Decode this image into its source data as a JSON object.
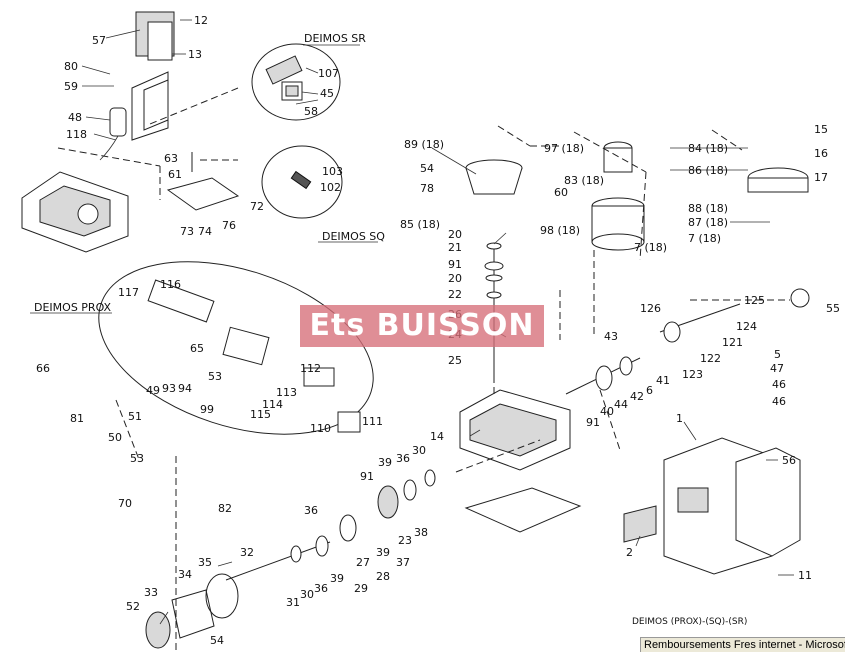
{
  "diagram": {
    "groups": {
      "deimos_sr": "DEIMOS SR",
      "deimos_sq": "DEIMOS SQ",
      "deimos_prox": "DEIMOS PROX",
      "footer": "DEIMOS (PROX)-(SQ)-(SR)"
    },
    "watermark": "Ets BUISSON",
    "part_labels": {
      "p12": "12",
      "p57": "57",
      "p13": "13",
      "p80": "80",
      "p59": "59",
      "p48": "48",
      "p118": "118",
      "p107": "107",
      "p45": "45",
      "p58": "58",
      "p63": "63",
      "p61": "61",
      "p72": "72",
      "p73": "73",
      "p74": "74",
      "p76": "76",
      "p103": "103",
      "p102": "102",
      "p89": "89 (18)",
      "p54a": "54",
      "p78": "78",
      "p85": "85 (18)",
      "p97": "97 (18)",
      "p83": "83 (18)",
      "p60": "60",
      "p98": "98 (18)",
      "p7a": "7 (18)",
      "p84": "84 (18)",
      "p86": "86 (18)",
      "p15": "15",
      "p16": "16",
      "p17": "17",
      "p88": "88 (18)",
      "p87": "87 (18)",
      "p7b": "7 (18)",
      "p20a": "20",
      "p21": "21",
      "p91a": "91",
      "p20b": "20",
      "p22": "22",
      "p26": "26",
      "p24": "24",
      "p25": "25",
      "p117": "117",
      "p116": "116",
      "p65": "65",
      "p53a": "53",
      "p112": "112",
      "p113": "113",
      "p114": "114",
      "p115": "115",
      "p110": "110",
      "p111": "111",
      "p66": "66",
      "p81": "81",
      "p49": "49",
      "p93": "93",
      "p94": "94",
      "p99": "99",
      "p51": "51",
      "p50": "50",
      "p53b": "53",
      "p70": "70",
      "p82": "82",
      "p126": "126",
      "p125": "125",
      "p124": "124",
      "p121": "121",
      "p122": "122",
      "p123": "123",
      "p55": "55",
      "p43": "43",
      "p41": "41",
      "p6": "6",
      "p42": "42",
      "p44": "44",
      "p40": "40",
      "p91b": "91",
      "p5": "5",
      "p47": "47",
      "p46a": "46",
      "p46b": "46",
      "p14": "14",
      "p39a": "39",
      "p36a": "36",
      "p30a": "30",
      "p91c": "91",
      "p38": "38",
      "p23": "23",
      "p37": "37",
      "p39b": "39",
      "p28": "28",
      "p27": "27",
      "p36b": "36",
      "p29": "29",
      "p39c": "39",
      "p36c": "36",
      "p30b": "30",
      "p31": "31",
      "p32": "32",
      "p35": "35",
      "p34": "34",
      "p33": "33",
      "p52": "52",
      "p54b": "54",
      "p1": "1",
      "p56": "56",
      "p2": "2",
      "p11": "11"
    }
  },
  "statusbar": {
    "text": "Remboursements Fres internet - Microsoft"
  }
}
